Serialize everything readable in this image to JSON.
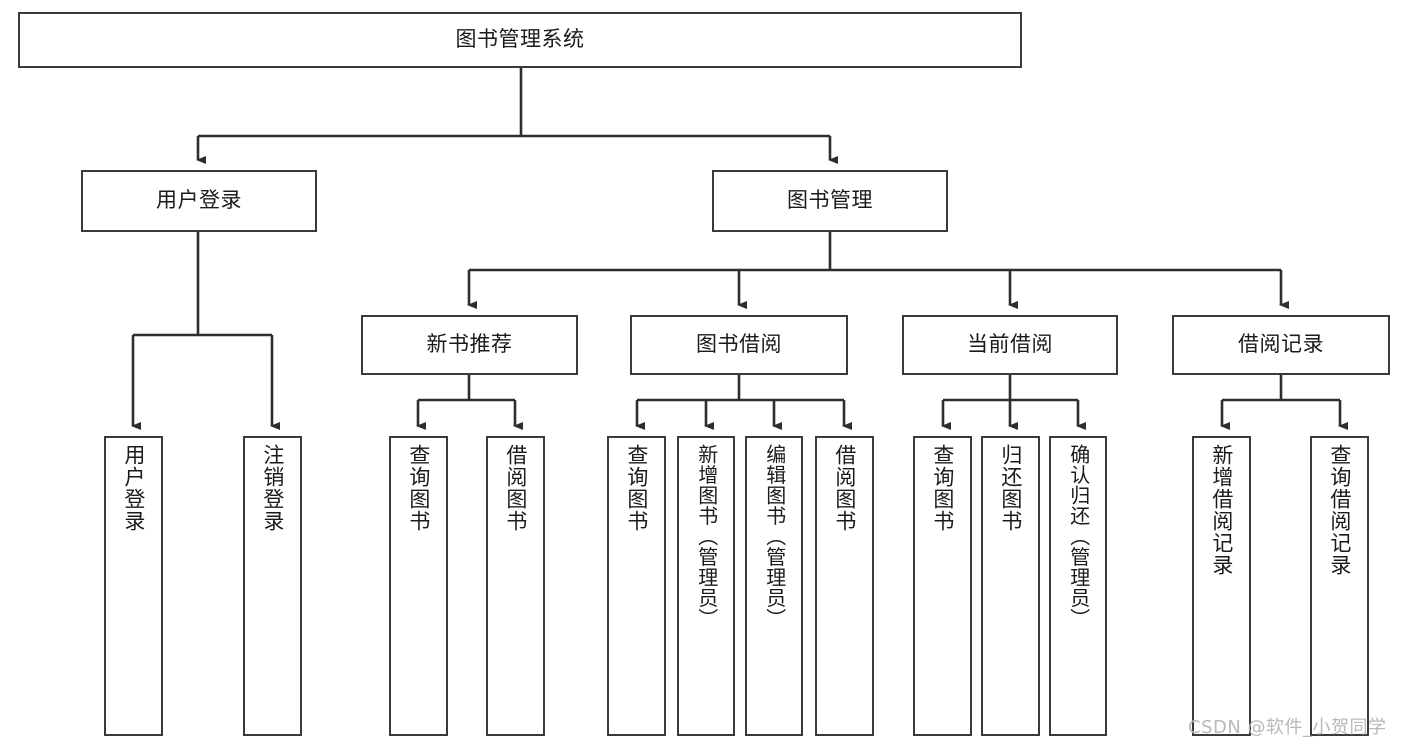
{
  "diagram": {
    "type": "tree-hierarchy-chart",
    "title": "图书管理系统",
    "orientation": "top-down",
    "colors": {
      "box_border": "#3a3a3a",
      "box_fill": "#ffffff",
      "connector": "#2e2e2e",
      "text": "#1b1b1b",
      "watermark": "#b9b9b9",
      "background": "#ffffff"
    }
  },
  "root": {
    "label": "图书管理系统"
  },
  "level2": [
    {
      "label": "用户登录"
    },
    {
      "label": "图书管理"
    }
  ],
  "level3": [
    {
      "label": "新书推荐"
    },
    {
      "label": "图书借阅"
    },
    {
      "label": "当前借阅"
    },
    {
      "label": "借阅记录"
    }
  ],
  "leaves": {
    "user_login": [
      {
        "label": "用户登录"
      },
      {
        "label": "注销登录"
      }
    ],
    "new_book_recommend": [
      {
        "label": "查询图书"
      },
      {
        "label": "借阅图书"
      }
    ],
    "book_borrow": [
      {
        "label": "查询图书"
      },
      {
        "label": "新增图书（管理员）"
      },
      {
        "label": "编辑图书（管理员）"
      },
      {
        "label": "借阅图书"
      }
    ],
    "current_borrow": [
      {
        "label": "查询图书"
      },
      {
        "label": "归还图书"
      },
      {
        "label": "确认归还（管理员）"
      }
    ],
    "borrow_record": [
      {
        "label": "新增借阅记录"
      },
      {
        "label": "查询借阅记录"
      }
    ]
  },
  "watermark": {
    "text": "CSDN @软件_小贺同学"
  }
}
